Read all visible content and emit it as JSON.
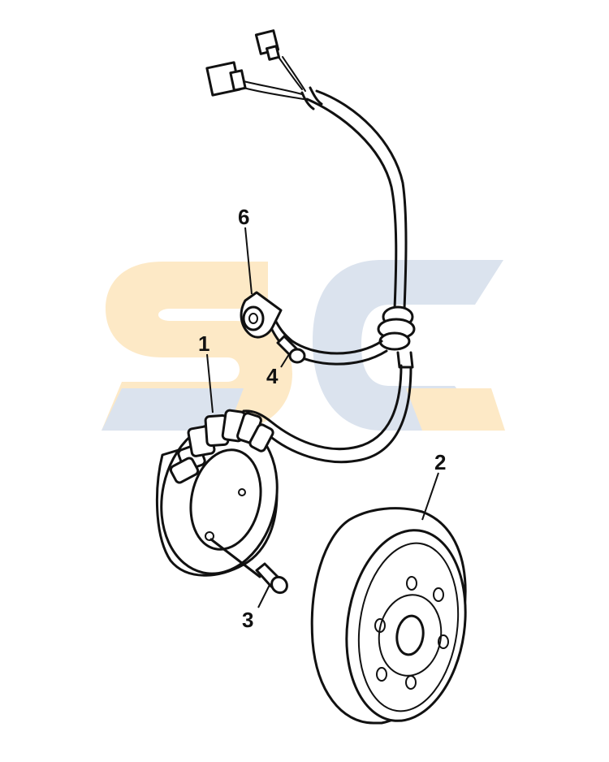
{
  "watermark": {
    "colors": {
      "orange": "#fde9c6",
      "blue": "#dbe3ee"
    }
  },
  "callouts": [
    {
      "id": "1",
      "label": "1"
    },
    {
      "id": "2",
      "label": "2"
    },
    {
      "id": "3",
      "label": "3"
    },
    {
      "id": "4",
      "label": "4"
    },
    {
      "id": "6",
      "label": "6"
    }
  ],
  "colors": {
    "line": "#111111",
    "background": "#ffffff"
  }
}
